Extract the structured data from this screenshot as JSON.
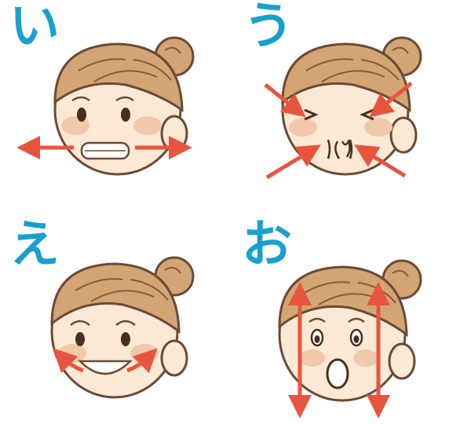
{
  "panels": [
    {
      "kana": "い",
      "expression": "wide-smile-teeth",
      "arrows": "horizontal-out"
    },
    {
      "kana": "う",
      "expression": "pursed-squint",
      "arrows": "inward-diagonal"
    },
    {
      "kana": "え",
      "expression": "big-smile",
      "arrows": "cheek-curves"
    },
    {
      "kana": "お",
      "expression": "open-o",
      "arrows": "vertical-double"
    }
  ],
  "colors": {
    "kana": "#1aa0cf",
    "arrow": "#e8553e",
    "hair": "#d4a574",
    "hair_line": "#8a5a3a",
    "skin": "#fbe9d6",
    "blush": "#f2c9a8",
    "outline": "#6b4a35"
  }
}
